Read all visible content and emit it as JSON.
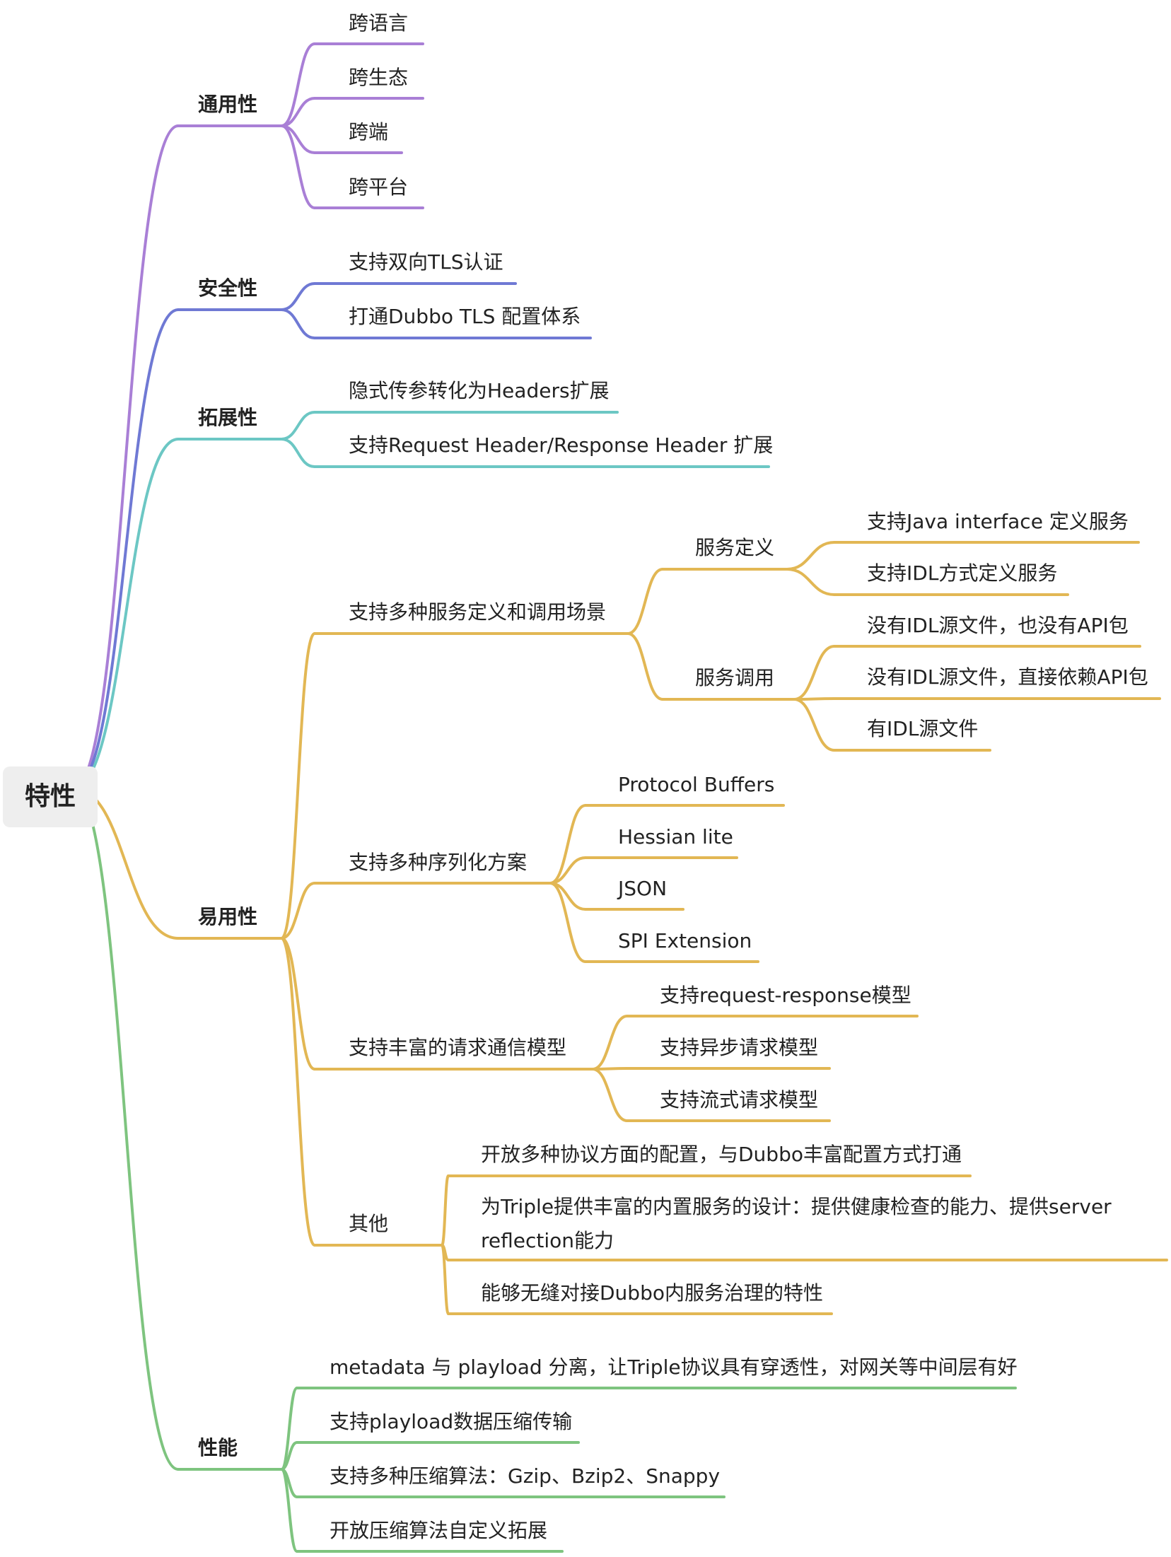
{
  "root": {
    "label": "特性"
  },
  "colors": {
    "purple": "#a97fd6",
    "indigo": "#6f79d4",
    "teal": "#6cc7c4",
    "gold": "#e2b754",
    "green": "#7ec47f"
  },
  "branches": [
    {
      "label": "通用性",
      "children": [
        {
          "label": "跨语言"
        },
        {
          "label": "跨生态"
        },
        {
          "label": "跨端"
        },
        {
          "label": "跨平台"
        }
      ]
    },
    {
      "label": "安全性",
      "children": [
        {
          "label": "支持双向TLS认证"
        },
        {
          "label": "打通Dubbo TLS 配置体系"
        }
      ]
    },
    {
      "label": "拓展性",
      "children": [
        {
          "label": "隐式传参转化为Headers扩展"
        },
        {
          "label": "支持Request Header/Response Header 扩展"
        }
      ]
    },
    {
      "label": "易用性",
      "children": [
        {
          "label": "支持多种服务定义和调用场景",
          "children": [
            {
              "label": "服务定义",
              "children": [
                {
                  "label": "支持Java interface 定义服务"
                },
                {
                  "label": "支持IDL方式定义服务"
                }
              ]
            },
            {
              "label": "服务调用",
              "children": [
                {
                  "label": "没有IDL源文件，也没有API包"
                },
                {
                  "label": "没有IDL源文件，直接依赖API包"
                },
                {
                  "label": "有IDL源文件"
                }
              ]
            }
          ]
        },
        {
          "label": "支持多种序列化方案",
          "children": [
            {
              "label": "Protocol Buffers"
            },
            {
              "label": "Hessian lite"
            },
            {
              "label": "JSON"
            },
            {
              "label": "SPI Extension"
            }
          ]
        },
        {
          "label": "支持丰富的请求通信模型",
          "children": [
            {
              "label": "支持request-response模型"
            },
            {
              "label": "支持异步请求模型"
            },
            {
              "label": "支持流式请求模型"
            }
          ]
        },
        {
          "label": "其他",
          "children": [
            {
              "label": "开放多种协议方面的配置，与Dubbo丰富配置方式打通"
            },
            {
              "label": "为Triple提供丰富的内置服务的设计：提供健康检查的能力、提供server reflection能力"
            },
            {
              "label": "能够无缝对接Dubbo内服务治理的特性"
            }
          ]
        }
      ]
    },
    {
      "label": "性能",
      "children": [
        {
          "label": "metadata 与 playload 分离，让Triple协议具有穿透性，对网关等中间层有好"
        },
        {
          "label": "支持playload数据压缩传输"
        },
        {
          "label": "支持多种压缩算法：Gzip、Bzip2、Snappy"
        },
        {
          "label": "开放压缩算法自定义拓展"
        }
      ]
    }
  ]
}
